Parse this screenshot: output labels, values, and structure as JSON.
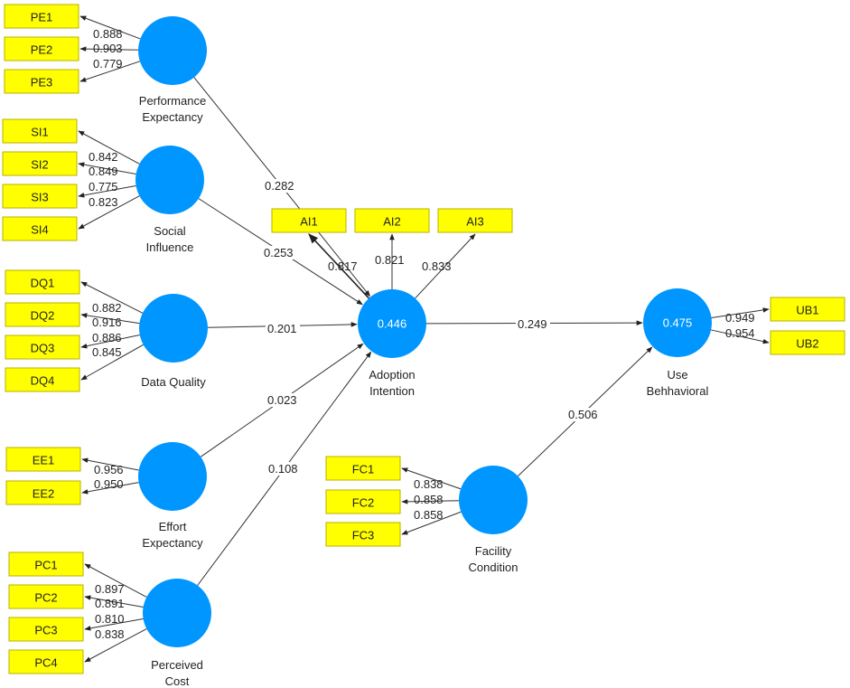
{
  "diagram": {
    "latents": {
      "pe": {
        "name_lines": [
          "Performance",
          "Expectancy"
        ],
        "r2": ""
      },
      "si": {
        "name_lines": [
          "Social",
          "Influence"
        ],
        "r2": ""
      },
      "dq": {
        "name_lines": [
          "Data Quality"
        ],
        "r2": ""
      },
      "ee": {
        "name_lines": [
          "Effort",
          "Expectancy"
        ],
        "r2": ""
      },
      "pc": {
        "name_lines": [
          "Perceived",
          "Cost"
        ],
        "r2": ""
      },
      "ai": {
        "name_lines": [
          "Adoption",
          "Intention"
        ],
        "r2": "0.446"
      },
      "ub": {
        "name_lines": [
          "Use",
          "Behhavioral"
        ],
        "r2": "0.475"
      },
      "fc": {
        "name_lines": [
          "Facility",
          "Condition"
        ],
        "r2": ""
      }
    },
    "indicators": {
      "pe": [
        {
          "label": "PE1",
          "loading": "0.888"
        },
        {
          "label": "PE2",
          "loading": "0.903"
        },
        {
          "label": "PE3",
          "loading": "0.779"
        }
      ],
      "si": [
        {
          "label": "SI1",
          "loading": "0.842"
        },
        {
          "label": "SI2",
          "loading": "0.849"
        },
        {
          "label": "SI3",
          "loading": "0.775"
        },
        {
          "label": "SI4",
          "loading": "0.823"
        }
      ],
      "dq": [
        {
          "label": "DQ1",
          "loading": "0.882"
        },
        {
          "label": "DQ2",
          "loading": "0.916"
        },
        {
          "label": "DQ3",
          "loading": "0.886"
        },
        {
          "label": "DQ4",
          "loading": "0.845"
        }
      ],
      "ee": [
        {
          "label": "EE1",
          "loading": "0.956"
        },
        {
          "label": "EE2",
          "loading": "0.950"
        }
      ],
      "pc": [
        {
          "label": "PC1",
          "loading": "0.897"
        },
        {
          "label": "PC2",
          "loading": "0.891"
        },
        {
          "label": "PC3",
          "loading": "0.810"
        },
        {
          "label": "PC4",
          "loading": "0.838"
        }
      ],
      "ai": [
        {
          "label": "AI1",
          "loading": "0.817"
        },
        {
          "label": "AI2",
          "loading": "0.821"
        },
        {
          "label": "AI3",
          "loading": "0.833"
        }
      ],
      "ub": [
        {
          "label": "UB1",
          "loading": "0.949"
        },
        {
          "label": "UB2",
          "loading": "0.954"
        }
      ],
      "fc": [
        {
          "label": "FC1",
          "loading": "0.838"
        },
        {
          "label": "FC2",
          "loading": "0.858"
        },
        {
          "label": "FC3",
          "loading": "0.858"
        }
      ]
    },
    "paths": [
      {
        "from": "pe",
        "to": "ai",
        "coef": "0.282"
      },
      {
        "from": "si",
        "to": "ai",
        "coef": "0.253"
      },
      {
        "from": "dq",
        "to": "ai",
        "coef": "0.201"
      },
      {
        "from": "ee",
        "to": "ai",
        "coef": "0.023"
      },
      {
        "from": "pc",
        "to": "ai",
        "coef": "0.108"
      },
      {
        "from": "ai",
        "to": "ub",
        "coef": "0.249"
      },
      {
        "from": "fc",
        "to": "ub",
        "coef": "0.506"
      }
    ],
    "colors": {
      "latent_fill": "#0096ff",
      "indicator_fill": "#ffff00",
      "line": "#333333"
    }
  }
}
